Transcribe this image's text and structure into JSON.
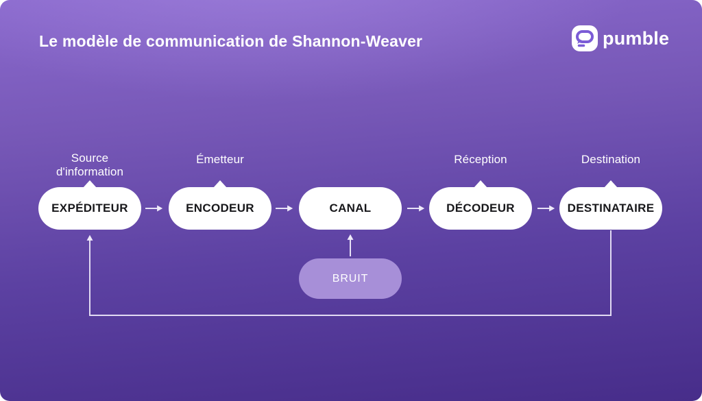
{
  "header": {
    "title": "Le modèle de communication de Shannon-Weaver"
  },
  "logo": {
    "text": "pumble",
    "icon": "pumble-chat-bubble-icon"
  },
  "diagram": {
    "nodes": [
      {
        "id": "expediteur",
        "label": "EXPÉDITEUR",
        "caption": "Source d'information"
      },
      {
        "id": "encodeur",
        "label": "ENCODEUR",
        "caption": "Émetteur"
      },
      {
        "id": "canal",
        "label": "CANAL",
        "caption": ""
      },
      {
        "id": "decodeur",
        "label": "DÉCODEUR",
        "caption": "Réception"
      },
      {
        "id": "destinataire",
        "label": "DESTINATAIRE",
        "caption": "Destination"
      }
    ],
    "noise": {
      "label": "BRUIT"
    },
    "flow": "EXPÉDITEUR → ENCODEUR → CANAL → DÉCODEUR → DESTINATAIRE, BRUIT → CANAL, feedback DESTINATAIRE → EXPÉDITEUR"
  },
  "colors": {
    "background_top": "#8a69cd",
    "background_bottom": "#472d8a",
    "pill_background": "#ffffff",
    "pill_text": "#17171a",
    "noise_pill": "#a78fd8",
    "connector": "#e7e1f6",
    "title_text": "#ffffff",
    "brand_purple": "#7b5cd6"
  }
}
